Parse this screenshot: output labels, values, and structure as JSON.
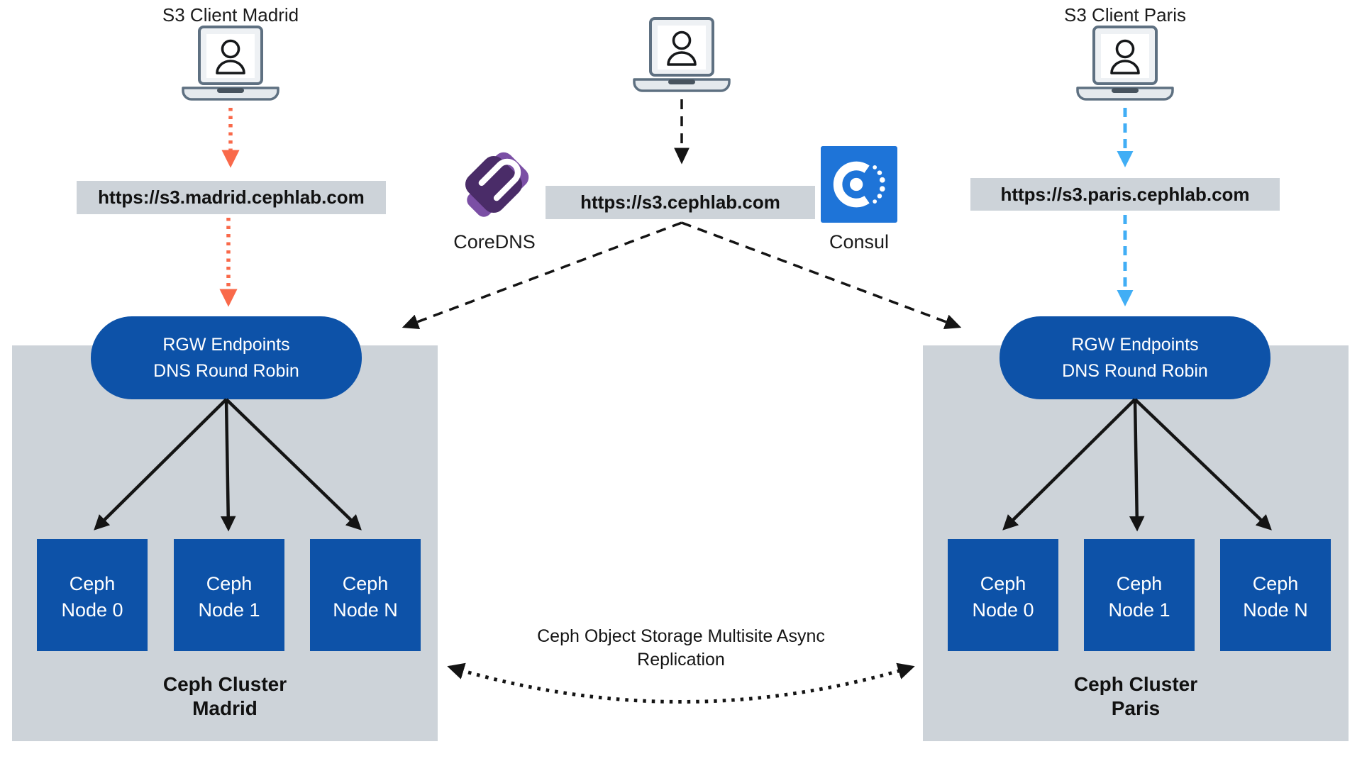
{
  "clients": {
    "madrid": {
      "label": "S3 Client Madrid",
      "url": "https://s3.madrid.cephlab.com",
      "icon": "laptop-user-icon"
    },
    "central": {
      "url": "https://s3.cephlab.com",
      "icon": "laptop-user-icon"
    },
    "paris": {
      "label": "S3 Client Paris",
      "url": "https://s3.paris.cephlab.com",
      "icon": "laptop-user-icon"
    }
  },
  "dns_services": {
    "coredns": {
      "label": "CoreDNS",
      "icon": "coredns-chain-link-icon"
    },
    "consul": {
      "label": "Consul",
      "icon": "consul-icon"
    }
  },
  "clusters": {
    "madrid": {
      "rgw": {
        "line1": "RGW Endpoints",
        "line2": "DNS Round Robin"
      },
      "nodes": [
        {
          "line1": "Ceph",
          "line2": "Node 0"
        },
        {
          "line1": "Ceph",
          "line2": "Node 1"
        },
        {
          "line1": "Ceph",
          "line2": "Node N"
        }
      ],
      "title": {
        "line1": "Ceph Cluster",
        "line2": "Madrid"
      }
    },
    "paris": {
      "rgw": {
        "line1": "RGW Endpoints",
        "line2": "DNS Round Robin"
      },
      "nodes": [
        {
          "line1": "Ceph",
          "line2": "Node 0"
        },
        {
          "line1": "Ceph",
          "line2": "Node 1"
        },
        {
          "line1": "Ceph",
          "line2": "Node N"
        }
      ],
      "title": {
        "line1": "Ceph Cluster",
        "line2": "Paris"
      }
    }
  },
  "replication": {
    "line1": "Ceph Object Storage Multisite Async",
    "line2": "Replication"
  },
  "colors": {
    "ceph_blue": "#0d52a8",
    "cluster_gray": "#cdd3d9",
    "madrid_arrow_orange": "#f9694a",
    "paris_arrow_blue": "#41aef5",
    "arrow_black": "#141414",
    "consul_blue": "#1e74d8",
    "coredns_purple_dark": "#4a2c68",
    "coredns_purple_light": "#7b4fa5"
  }
}
